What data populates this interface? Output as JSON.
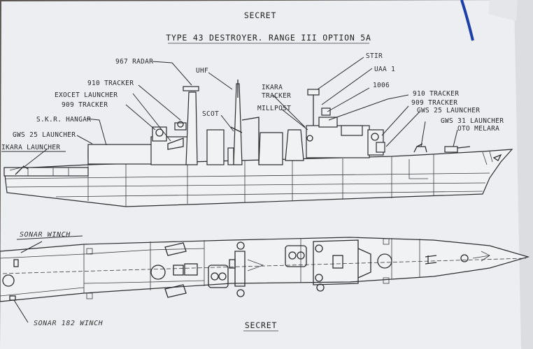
{
  "header": {
    "classification_top": "SECRET",
    "title": "TYPE 43 DESTROYER. RANGE III  OPTION 5A"
  },
  "side_profile_labels": {
    "radar_967": "967 RADAR",
    "uhf": "UHF",
    "tracker_910_fwd": "910 TRACKER",
    "exocet_launcher": "EXOCET LAUNCHER",
    "tracker_909_fwd": "909 TRACKER",
    "skr_hangar": "S.K.R. HANGAR",
    "gws25_launcher_aft": "GWS 25 LAUNCHER",
    "ikara_launcher": "IKARA LAUNCHER",
    "scot": "SCOT",
    "ikara_tracker": "IKARA\nTRACKER",
    "millpost": "MILLPOST",
    "stir": "STIR",
    "uaa1": "UAA 1",
    "item_1006": "1006",
    "tracker_910_aft": "910 TRACKER",
    "tracker_909_aft": "909 TRACKER",
    "gws25_launcher_fwd": "GWS 25 LAUNCHER",
    "gws31_launcher": "GWS 31 LAUNCHER",
    "oto_melara": "OTO MELARA"
  },
  "plan_view_labels": {
    "sonar_winch": "SONAR WINCH",
    "sonar_182_winch": "SONAR 182 WINCH"
  },
  "footer": {
    "classification_bottom": "SECRET"
  },
  "colors": {
    "paper": "#f1f2f4",
    "ink": "#2c2c30",
    "tag": "#1c3fa8",
    "background": "#5a5550"
  }
}
